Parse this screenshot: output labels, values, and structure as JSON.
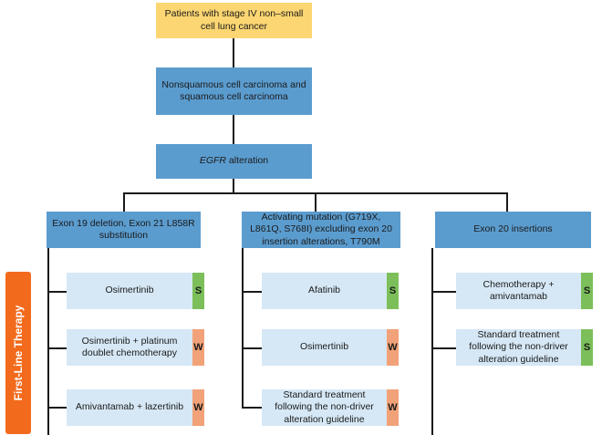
{
  "root": {
    "label": "Patients with stage IV non–small\ncell lung cancer"
  },
  "histology": {
    "label": "Nonsquamous cell carcinoma and\nsquamous cell carcinoma"
  },
  "alteration": {
    "label_italic": "EGFR",
    "label_rest": " alteration"
  },
  "side_label": "First-Line Therapy",
  "colors": {
    "root": "#fcd672",
    "category": "#5b9ccf",
    "treatment": "#d6e8f6",
    "strong": "#7cbf5a",
    "weak": "#f2a278",
    "side": "#f26b1d"
  },
  "columns": [
    {
      "header": "Exon 19 deletion, Exon 21 L858R\nsubstitution",
      "treatments": [
        {
          "label": "Osimertinib",
          "rating": "S"
        },
        {
          "label": "Osimertinib + platinum\ndoublet chemotherapy",
          "rating": "W"
        },
        {
          "label": "Amivantamab + lazertinib",
          "rating": "W"
        }
      ]
    },
    {
      "header": "Activating mutation (G719X,\nL861Q, S768I) excluding exon 20\ninsertion alterations, T790M",
      "treatments": [
        {
          "label": "Afatinib",
          "rating": "S"
        },
        {
          "label": "Osimertinib",
          "rating": "W"
        },
        {
          "label": "Standard treatment\nfollowing the non-driver\nalteration guideline",
          "rating": "W"
        }
      ]
    },
    {
      "header": "Exon 20 insertions",
      "treatments": [
        {
          "label": "Chemotherapy +\namivantamab",
          "rating": "S"
        },
        {
          "label": "Standard treatment\nfollowing the non-driver\nalteration guideline",
          "rating": "S"
        }
      ]
    }
  ]
}
